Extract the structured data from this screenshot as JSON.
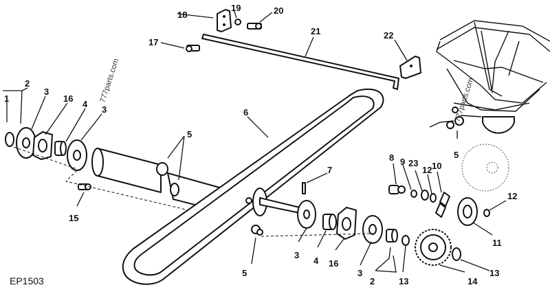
{
  "figure": {
    "code": "EP1503",
    "watermark": "777parts.com",
    "callouts": {
      "c1": "1",
      "c2a": "2",
      "c2b": "2",
      "c3a": "3",
      "c3b": "3",
      "c3c": "3",
      "c3d": "3",
      "c4a": "4",
      "c4b": "4",
      "c5a": "5",
      "c5b": "5",
      "c5c": "5",
      "c6": "6",
      "c7": "7",
      "c8": "8",
      "c9": "9",
      "c10": "10",
      "c11": "11",
      "c12a": "12",
      "c12b": "12",
      "c13a": "13",
      "c13b": "13",
      "c14": "14",
      "c15": "15",
      "c16a": "16",
      "c16b": "16",
      "c17": "17",
      "c18": "18",
      "c19": "19",
      "c20": "20",
      "c21": "21",
      "c22": "22",
      "c23": "23"
    }
  }
}
